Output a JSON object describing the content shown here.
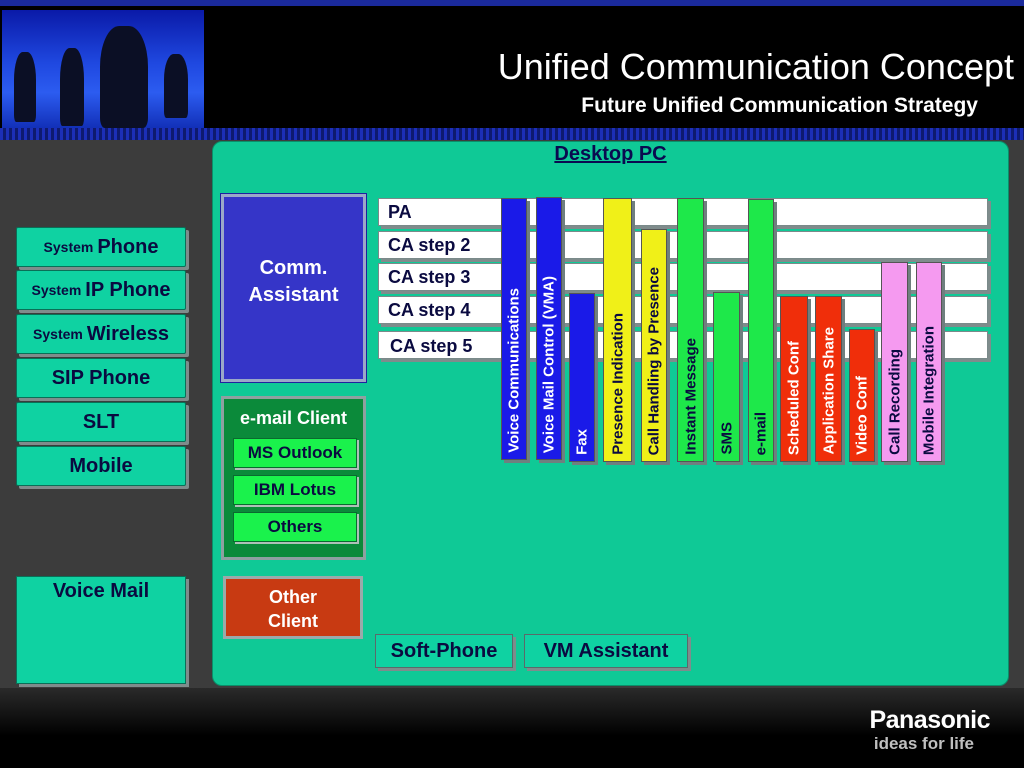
{
  "header": {
    "title": "Unified Communication Concept",
    "subtitle": "Future Unified Communication Strategy"
  },
  "devices": [
    {
      "small": "System",
      "big": "Phone"
    },
    {
      "small": "System",
      "big": "IP Phone"
    },
    {
      "small": "System",
      "big": "Wireless"
    },
    {
      "small": "",
      "big": "SIP Phone"
    },
    {
      "small": "",
      "big": "SLT"
    },
    {
      "small": "",
      "big": "Mobile"
    }
  ],
  "voice_mail": "Voice Mail",
  "desktop": {
    "label": "Desktop PC",
    "comm_assistant": [
      "Comm.",
      "Assistant"
    ],
    "email_client": {
      "title": "e-mail Client",
      "items": [
        "MS Outlook",
        "IBM Lotus",
        "Others"
      ]
    },
    "other_client": [
      "Other",
      "Client"
    ],
    "soft_phone": "Soft-Phone",
    "vm_assistant": "VM Assistant",
    "rows": [
      "PA",
      "CA step 2",
      "CA step 3",
      "CA step 4",
      "CA step 5"
    ],
    "features": [
      {
        "label": "Voice Communications",
        "color": "#1a1ae8",
        "text": "#ffffff"
      },
      {
        "label": "Voice Mail Control (VMA)",
        "color": "#1a1ae8",
        "text": "#ffffff"
      },
      {
        "label": "Fax",
        "color": "#1a1ae8",
        "text": "#ffffff"
      },
      {
        "label": "Presence Indication",
        "color": "#f0f018",
        "text": "#0a0a40"
      },
      {
        "label": "Call Handling by Presence",
        "color": "#f0f018",
        "text": "#0a0a40"
      },
      {
        "label": "Instant Message",
        "color": "#1ee84a",
        "text": "#0a0a40"
      },
      {
        "label": "SMS",
        "color": "#1ee84a",
        "text": "#0a0a40"
      },
      {
        "label": "e-mail",
        "color": "#1ee84a",
        "text": "#0a0a40"
      },
      {
        "label": "Scheduled Conf",
        "color": "#f02e0a",
        "text": "#ffffff"
      },
      {
        "label": "Application Share",
        "color": "#f02e0a",
        "text": "#ffffff"
      },
      {
        "label": "Video Conf",
        "color": "#f02e0a",
        "text": "#ffffff"
      },
      {
        "label": "Call Recording",
        "color": "#f59af0",
        "text": "#0a0a40"
      },
      {
        "label": "Mobile Integration",
        "color": "#f59af0",
        "text": "#0a0a40"
      }
    ]
  },
  "footer": {
    "logo": "Panasonic",
    "tagline": "ideas for life"
  }
}
